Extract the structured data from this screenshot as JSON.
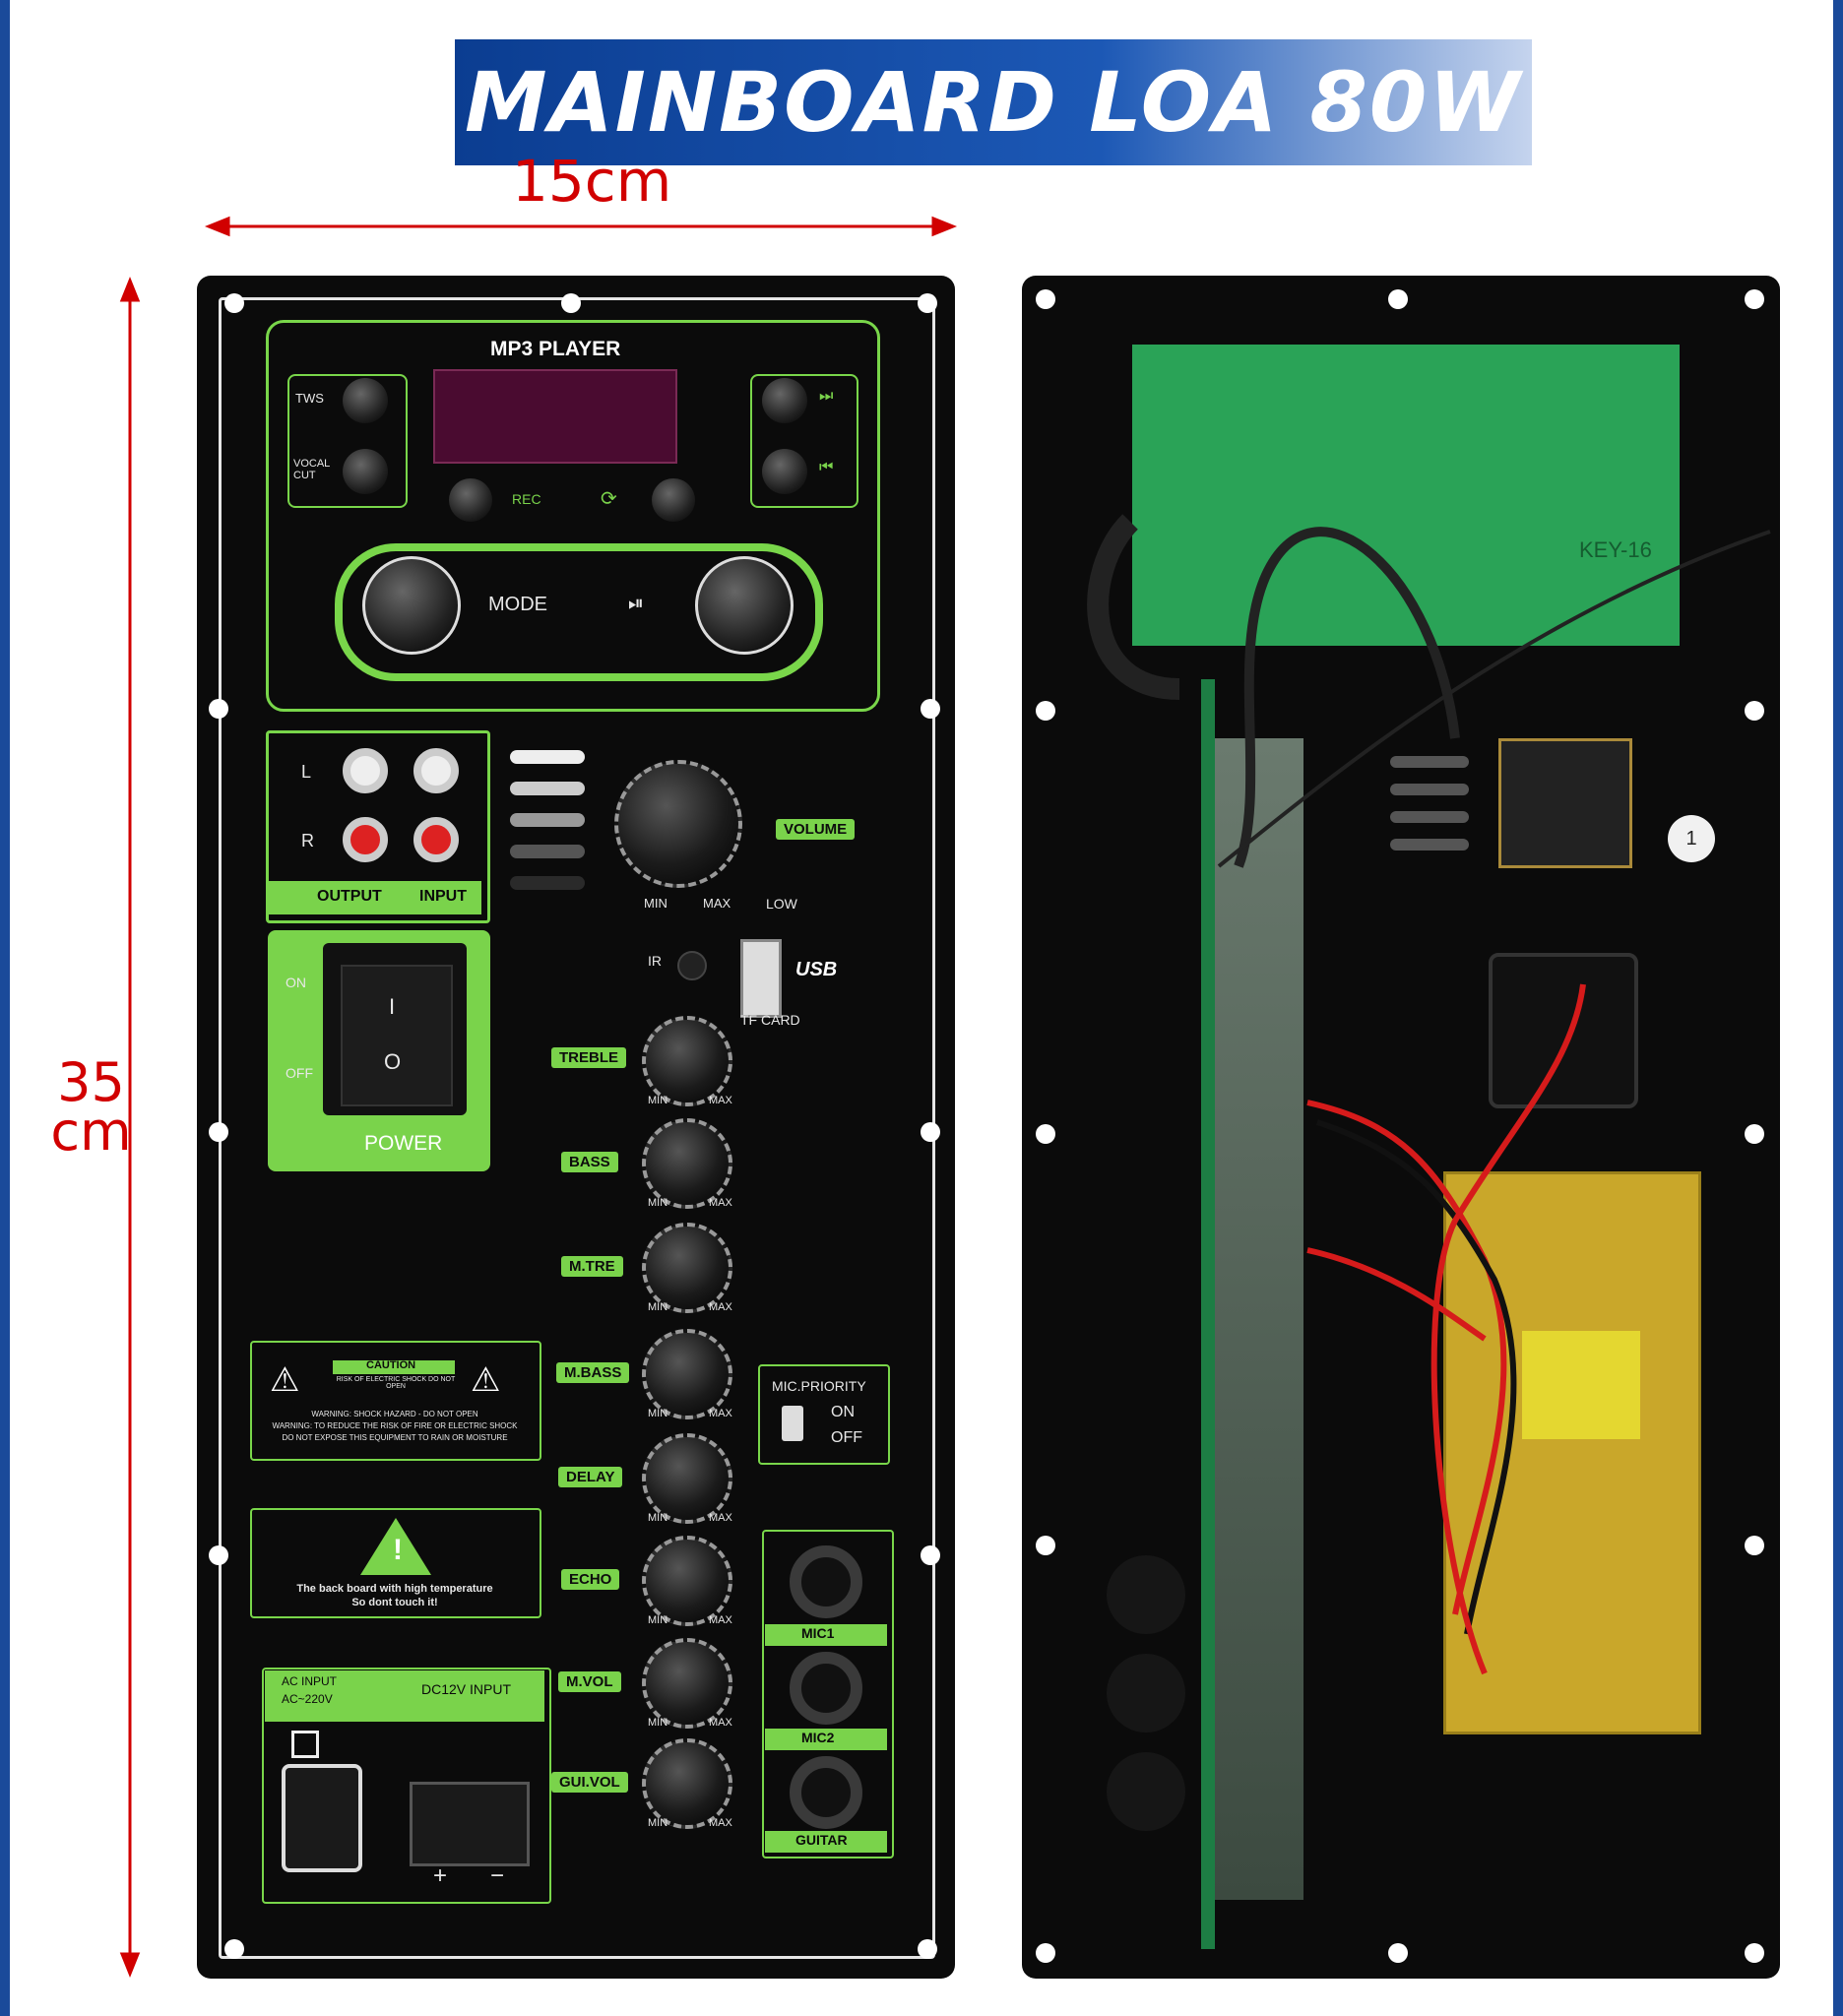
{
  "banner": {
    "title": "MAINBOARD LOA 80W"
  },
  "dimensions": {
    "width": "15cm",
    "height_value": "35",
    "height_unit": "cm"
  },
  "front_panel": {
    "mp3_title": "MP3 PLAYER",
    "tws": "TWS",
    "vocal_cut": "VOCAL CUT",
    "rec": "REC",
    "mode": "MODE",
    "output": "OUTPUT",
    "input": "INPUT",
    "left": "L",
    "right": "R",
    "volume": "VOLUME",
    "min": "MIN",
    "max": "MAX",
    "low": "LOW",
    "ir": "IR",
    "usb": "USB",
    "tf_card": "TF CARD",
    "on": "ON",
    "off": "OFF",
    "power": "POWER",
    "treble": "TREBLE",
    "bass": "BASS",
    "m_tre": "M.TRE",
    "m_bass": "M.BASS",
    "delay": "DELAY",
    "echo": "ECHO",
    "m_vol": "M.VOL",
    "gui_vol": "GUI.VOL",
    "caution_title": "CAUTION",
    "caution_sub": "RISK OF ELECTRIC SHOCK DO NOT OPEN",
    "warning_1": "WARNING: SHOCK HAZARD - DO NOT OPEN",
    "warning_2": "WARNING: TO REDUCE THE RISK OF FIRE OR ELECTRIC SHOCK",
    "warning_3": "DO NOT EXPOSE THIS EQUIPMENT TO RAIN OR MOISTURE",
    "hot_1": "The back board with high temperature",
    "hot_2": "So dont touch it!",
    "mic_priority": "MIC.PRIORITY",
    "mic_on": "ON",
    "mic_off": "OFF",
    "mic1": "MIC1",
    "mic2": "MIC2",
    "guitar": "GUITAR",
    "ac_input": "AC INPUT",
    "ac_voltage": "AC~220V",
    "dc_input": "DC12V INPUT",
    "plus": "+",
    "minus": "−",
    "rocker_on": "I",
    "rocker_off": "O"
  },
  "back_panel": {
    "pcb_label": "KEY-16",
    "tag": "1"
  },
  "colors": {
    "banner": "#0b3d91",
    "accent_green": "#7ad34b",
    "dimension_red": "#d10000",
    "panel": "#0b0b0b"
  }
}
